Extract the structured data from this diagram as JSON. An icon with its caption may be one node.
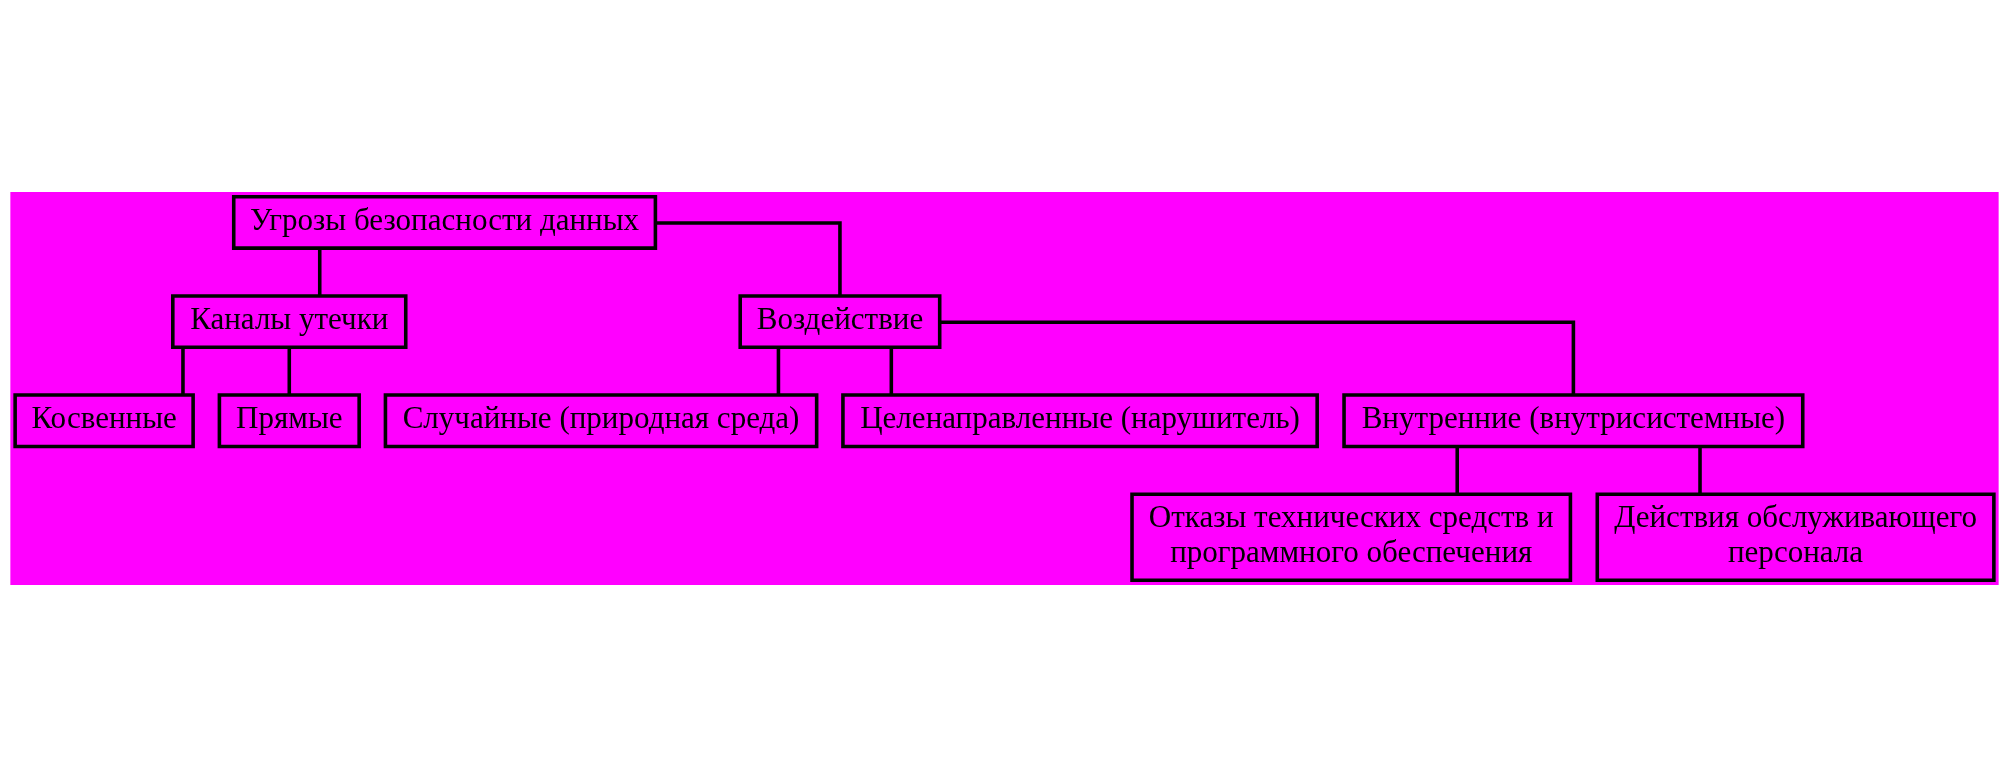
{
  "diagram": {
    "nodes": [
      {
        "text": [
          "Угрозы безопасности данных"
        ]
      },
      {
        "text": [
          "Каналы утечки"
        ]
      },
      {
        "text": [
          "Воздействие"
        ]
      },
      {
        "text": [
          "Косвенные"
        ]
      },
      {
        "text": [
          "Прямые"
        ]
      },
      {
        "text": [
          "Случайные (природная среда)"
        ]
      },
      {
        "text": [
          "Целенаправленные (нарушитель)"
        ]
      },
      {
        "text": [
          "Внутренние (внутрисистемные)"
        ]
      },
      {
        "text": [
          "Отказы технических средств и программного обеспечения"
        ]
      },
      {
        "text": [
          "Действия обслуживающего персонала"
        ]
      }
    ],
    "edges": [
      {
        "from": 0,
        "to": 1,
        "arrow": "none"
      },
      {
        "from": 0,
        "to": 2,
        "arrow": "none"
      },
      {
        "from": 1,
        "to": 3,
        "arrow": "none"
      },
      {
        "from": 1,
        "to": 4,
        "arrow": "none"
      },
      {
        "from": 2,
        "to": 5,
        "arrow": "none"
      },
      {
        "from": 2,
        "to": 6,
        "arrow": "none"
      },
      {
        "from": 2,
        "to": 7,
        "arrow": "none"
      },
      {
        "from": 7,
        "to": 8,
        "arrow": "none"
      },
      {
        "from": 7,
        "to": 9,
        "arrow": "none"
      }
    ]
  }
}
